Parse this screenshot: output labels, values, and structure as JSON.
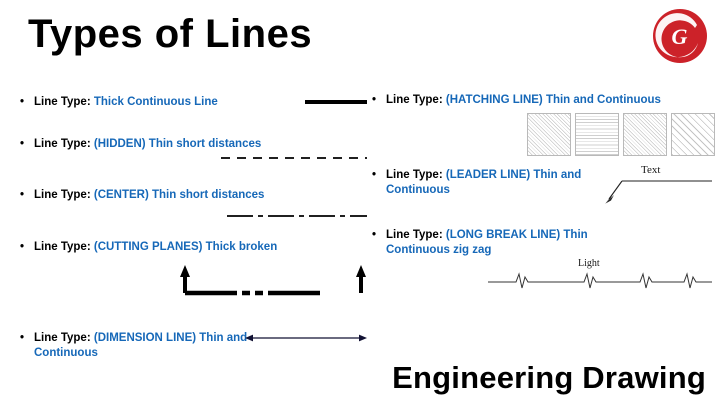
{
  "slide": {
    "title": "Types of Lines",
    "footer": "Engineering Drawing",
    "bullet_glyph": "•",
    "label_prefix": "Line Type:",
    "logo": {
      "name": "g-circle-logo",
      "letter": "G",
      "color_outer": "#cc2229",
      "color_inner": "#ffffff"
    },
    "colors": {
      "text_black": "#000000",
      "text_blue": "#1668b8",
      "line_black": "#000000",
      "line_grey": "#555555",
      "background": "#ffffff"
    }
  },
  "left_column": [
    {
      "id": "thick-continuous-line",
      "prefix": "Line Type:",
      "value": "Thick Continuous Line",
      "sample": "thick-solid-line"
    },
    {
      "id": "hidden-line",
      "prefix": "Line Type:",
      "value": "(HIDDEN)  Thin short distances",
      "sample": "dashed-line"
    },
    {
      "id": "center-line",
      "prefix": "Line Type:",
      "value": "(CENTER)  Thin short distances",
      "sample": "dash-dot-line"
    },
    {
      "id": "cutting-planes-line",
      "prefix": "Line Type:",
      "value": "(CUTTING PLANES)  Thick broken",
      "sample": "cutting-plane-with-arrows"
    },
    {
      "id": "dimension-line",
      "prefix": "Line Type:",
      "value": "(DIMENSION LINE)  Thin and Continuous",
      "sample": "double-headed-arrow"
    }
  ],
  "right_column": [
    {
      "id": "hatching-line",
      "prefix": "Line Type:",
      "value": "(HATCHING LINE)  Thin and Continuous",
      "sample": "hatch-pattern-squares",
      "hatch_patterns": [
        "diagonal-fine",
        "horizontal",
        "diagonal-fine",
        "diagonal-wide"
      ]
    },
    {
      "id": "leader-line",
      "prefix": "Line Type:",
      "value": "(LEADER LINE) Thin and Continuous",
      "sample": "leader-with-arrow",
      "annotation": "Text"
    },
    {
      "id": "long-break-line",
      "prefix": "Line Type:",
      "value": "(LONG BREAK LINE) Thin Continuous zig zag",
      "sample": "zigzag-break-line",
      "annotation": "Light"
    }
  ]
}
